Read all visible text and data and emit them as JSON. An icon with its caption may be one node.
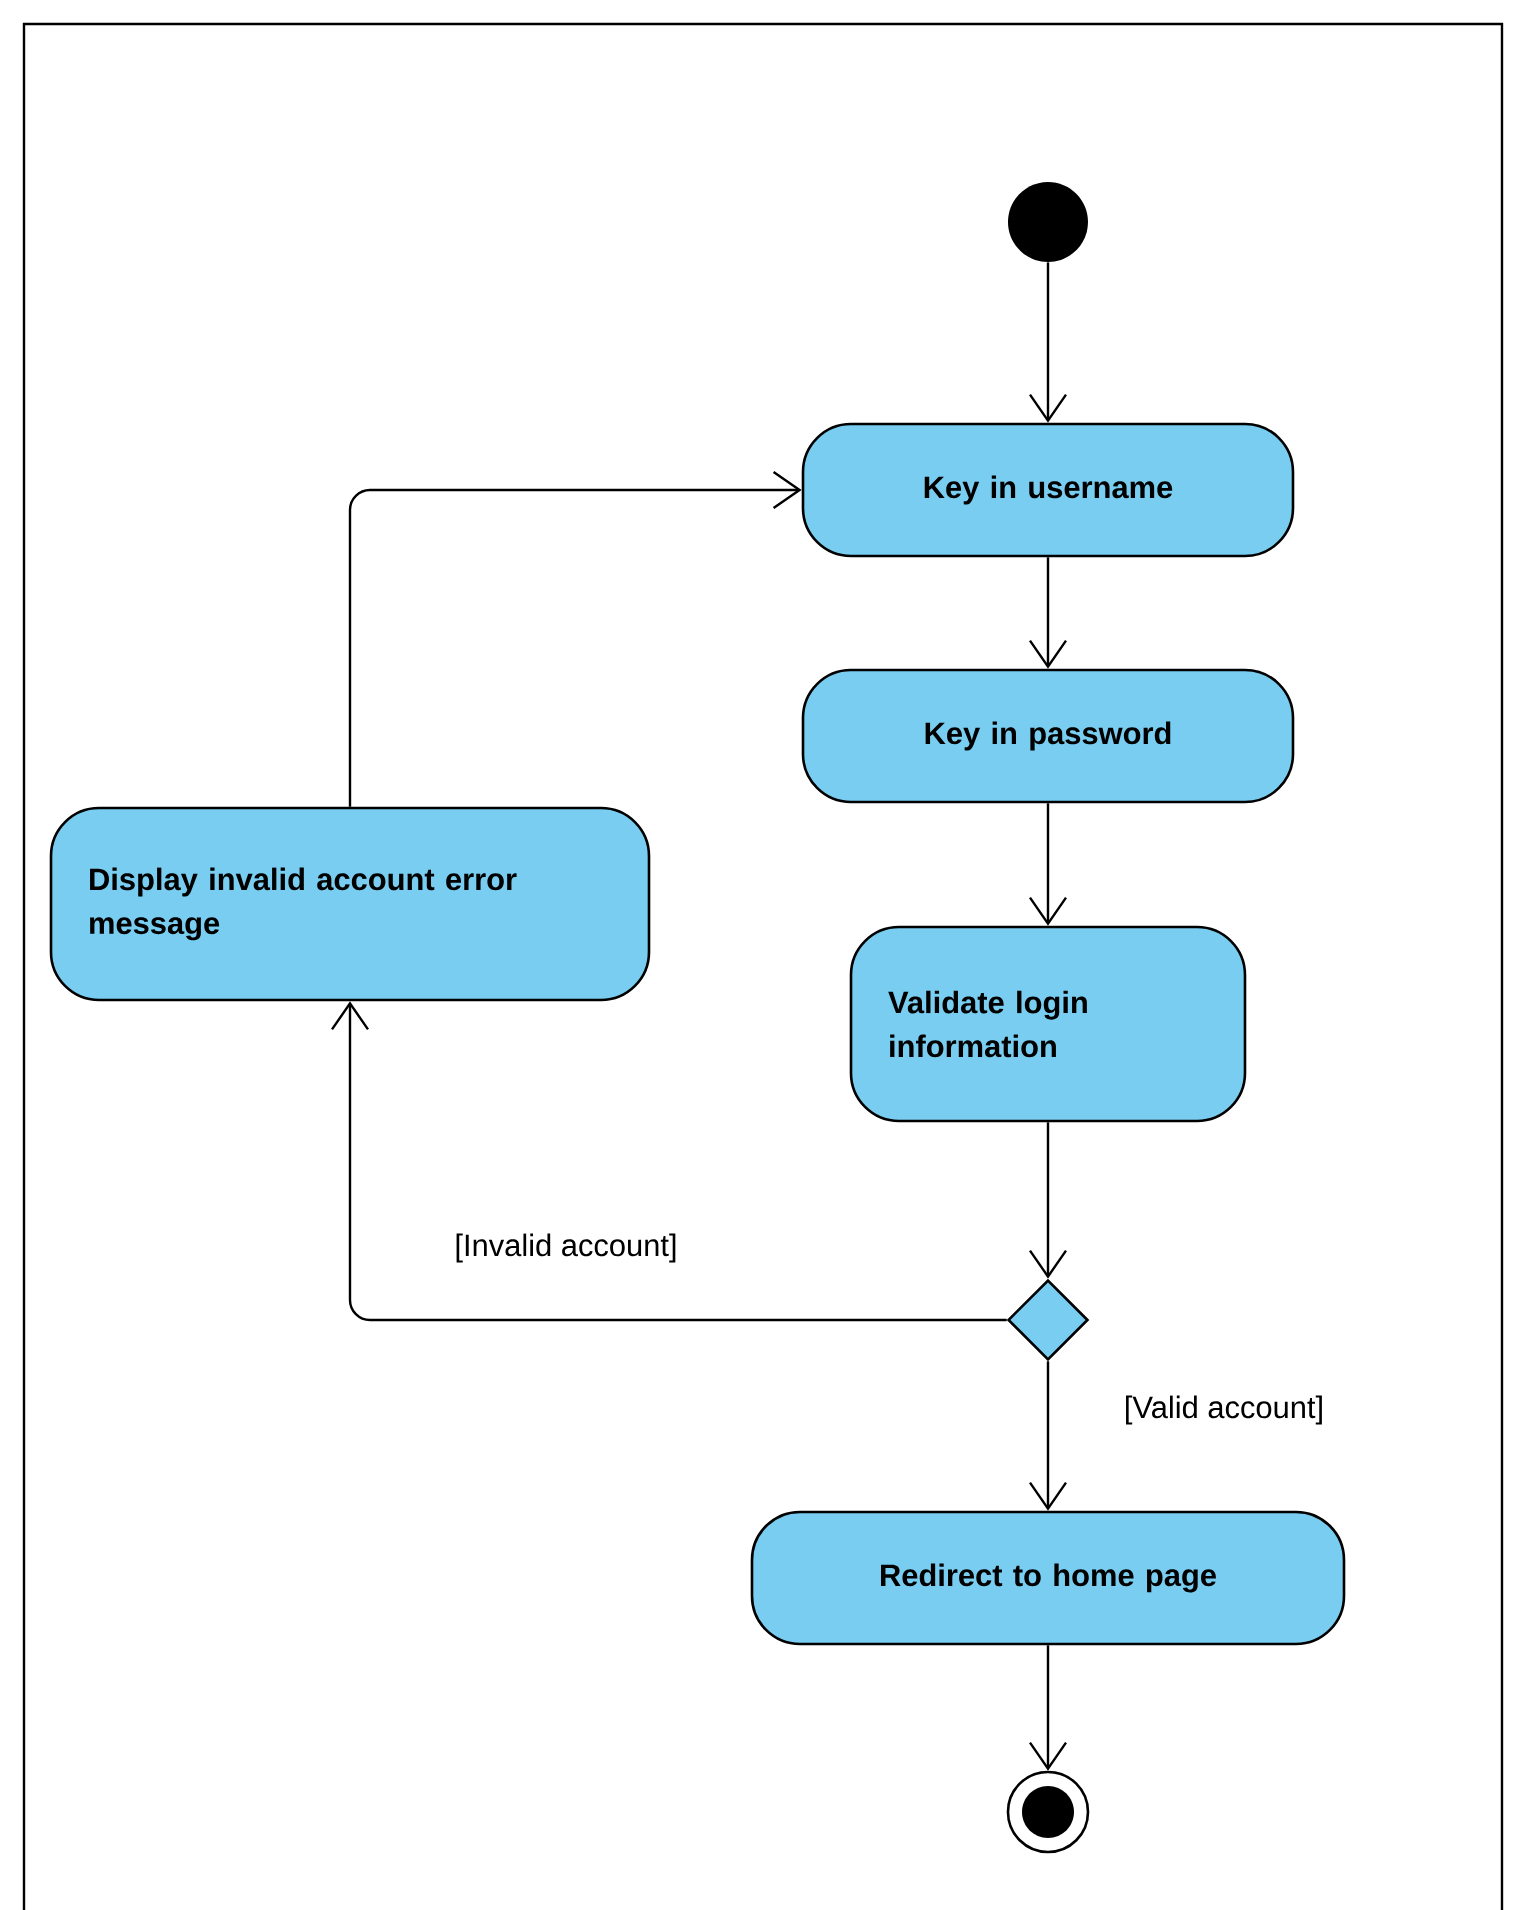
{
  "diagram": {
    "nodes": [
      {
        "text": [],
        "shape": "circle"
      },
      {
        "text": [
          "Key in username"
        ]
      },
      {
        "text": [
          "Key in password"
        ]
      },
      {
        "text": [
          "Validate login information"
        ]
      },
      {
        "text": [
          "Display invalid account error message"
        ]
      },
      {
        "text": [],
        "shape": "diamond"
      },
      {
        "text": [
          "Redirect to home page"
        ]
      },
      {
        "text": [],
        "shape": "bullseye"
      }
    ],
    "edges": [
      {
        "from": 0,
        "to": 1,
        "arrow": "to"
      },
      {
        "from": 1,
        "to": 2,
        "arrow": "to"
      },
      {
        "from": 2,
        "to": 3,
        "arrow": "to"
      },
      {
        "from": 3,
        "to": 5,
        "arrow": "to"
      },
      {
        "from": 5,
        "to": 6,
        "arrow": "to",
        "label": "[Valid account]"
      },
      {
        "from": 5,
        "to": 4,
        "arrow": "to",
        "label": "[Invalid account]"
      },
      {
        "from": 4,
        "to": 1,
        "arrow": "to"
      },
      {
        "from": 6,
        "to": 7,
        "arrow": "to"
      }
    ]
  }
}
